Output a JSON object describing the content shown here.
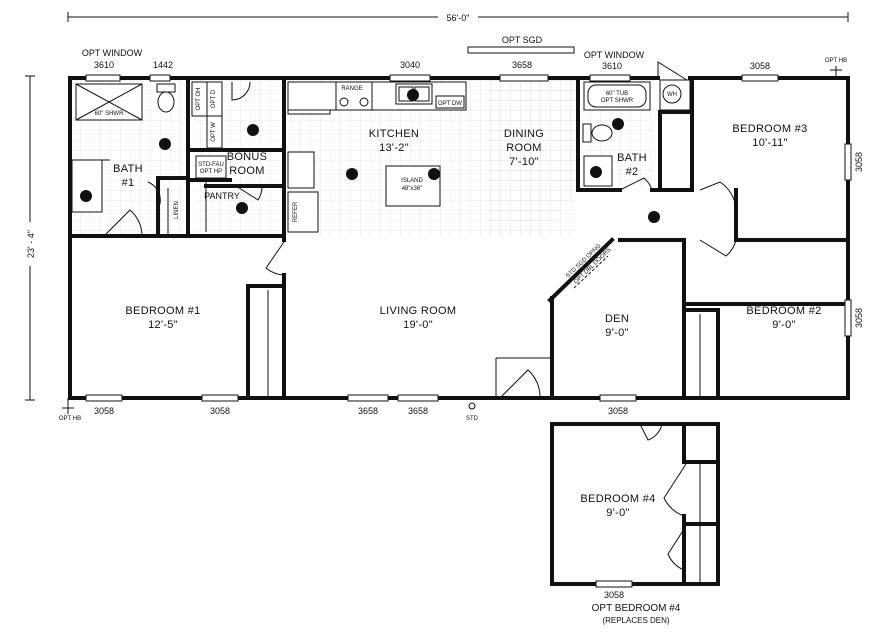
{
  "overall": {
    "width": "56'-0\"",
    "depth": "23' - 4\""
  },
  "top_labels": {
    "opt_window_left": "OPT WINDOW",
    "w3610_left": "3610",
    "w1442": "1442",
    "w3040": "3040",
    "opt_sgd": "OPT SGD",
    "w3658_top": "3658",
    "opt_window_right": "OPT WINDOW",
    "w3610_right": "3610",
    "w3058_top": "3058",
    "opt_hb_right": "OPT HB"
  },
  "rooms": {
    "bath1": {
      "name": "BATH",
      "num": "#1"
    },
    "bonus": {
      "l1": "BONUS",
      "l2": "ROOM"
    },
    "kitchen": {
      "name": "KITCHEN",
      "size": "13'-2\""
    },
    "dining": {
      "l1": "DINING",
      "l2": "ROOM",
      "size": "7'-10\""
    },
    "bath2": {
      "name": "BATH",
      "num": "#2"
    },
    "bedroom3": {
      "name": "BEDROOM #3",
      "size": "10'-11\""
    },
    "bedroom1": {
      "name": "BEDROOM #1",
      "size": "12'-5\""
    },
    "living": {
      "name": "LIVING ROOM",
      "size": "19'-0\""
    },
    "den": {
      "name": "DEN",
      "size": "9'-0\""
    },
    "bedroom2": {
      "name": "BEDROOM #2",
      "size": "9'-0\""
    },
    "bedroom4": {
      "name": "BEDROOM #4",
      "size": "9'-0\""
    }
  },
  "fixtures": {
    "shower60": "60\" SHWR",
    "opt_oh": "OPT OH",
    "opt_d": "OPT D",
    "opt_w": "OPT W",
    "std_fau": "STD-FAU",
    "opt_hp": "OPT HP",
    "pantry": "PANTRY",
    "linen": "LINEN",
    "range": "RANGE",
    "opt_dw": "OPT DW",
    "island": "ISLAND",
    "island_size": "48\"x36\"",
    "refer": "REFER",
    "tub_l1": "60\" TUB",
    "tub_l2": "OPT SHWR",
    "wh": "WH",
    "sgd_note1": "STD SGD OPNG",
    "sgd_note2": "OPT DBL DOORS"
  },
  "side_labels": {
    "right_3058_a": "3058",
    "right_3058_b": "3058"
  },
  "bottom_labels": {
    "opt_hb_left": "OPT HB",
    "b3058_1": "3058",
    "b3058_2": "3058",
    "b3658_1": "3658",
    "b3658_2": "3658",
    "std": "STD",
    "b3058_3": "3058",
    "b3058_4": "3058",
    "opt_bedroom4": "OPT BEDROOM #4",
    "replaces_den": "(REPLACES DEN)"
  }
}
